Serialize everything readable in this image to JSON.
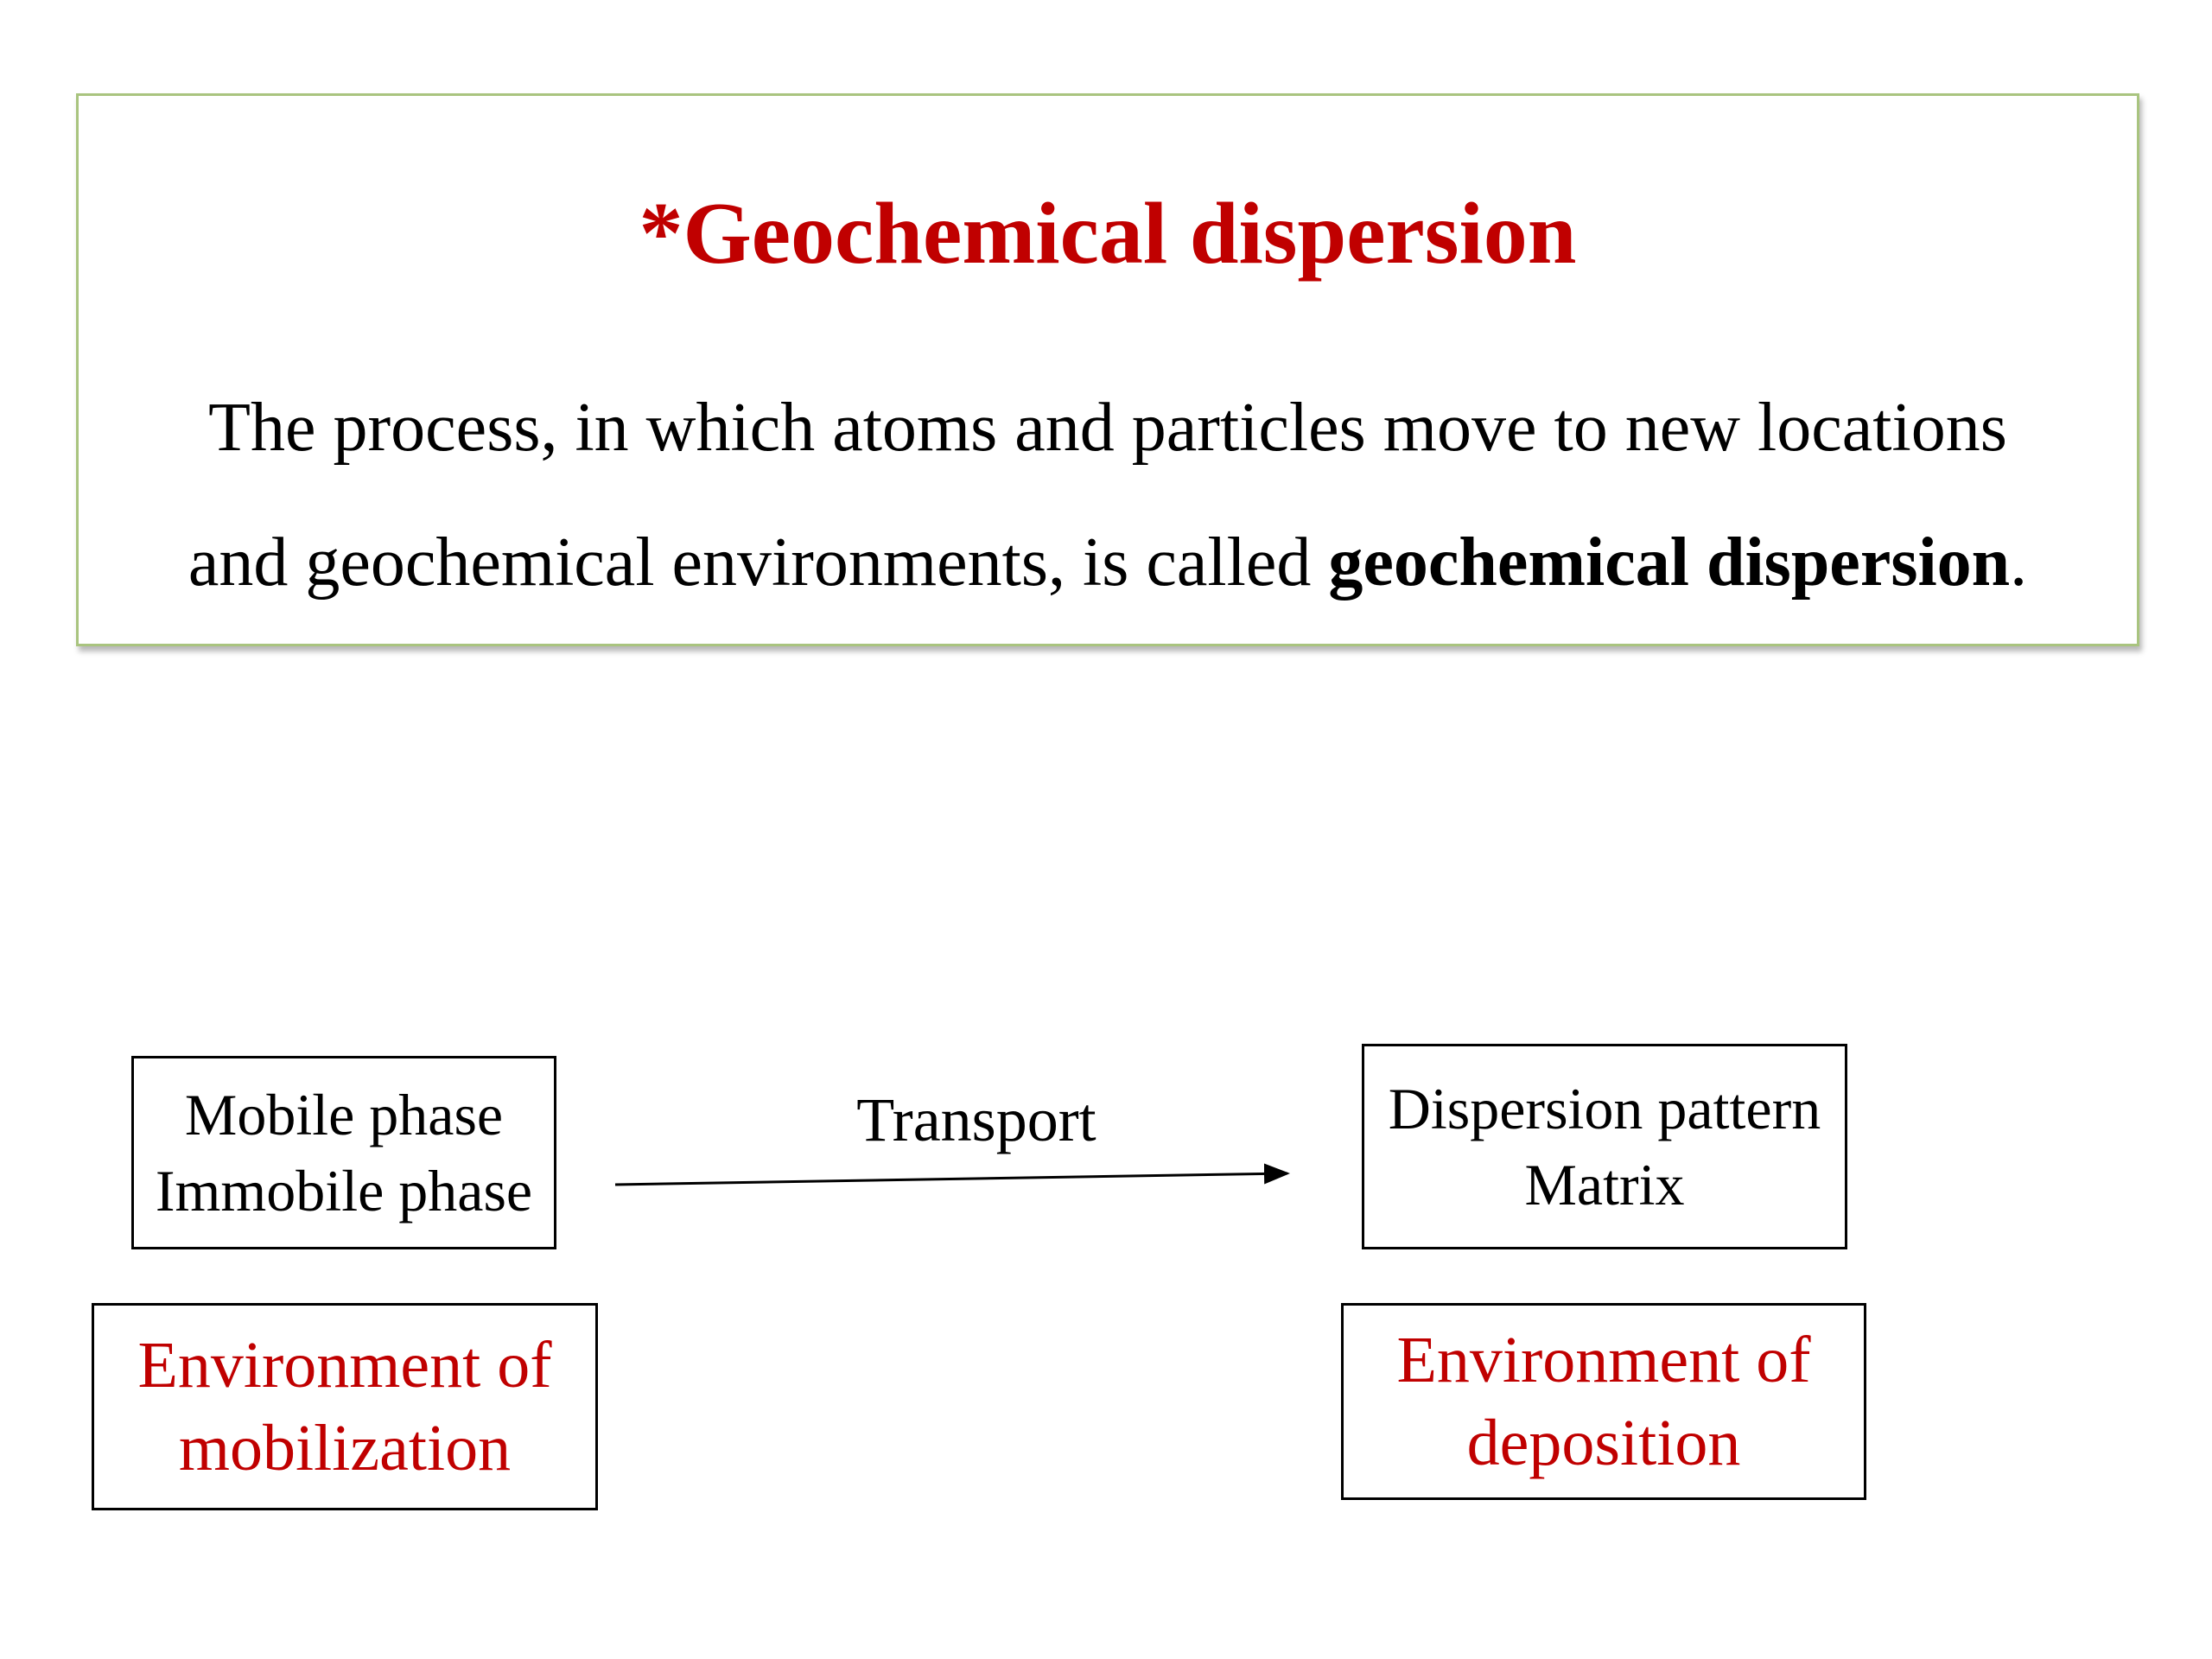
{
  "definition": {
    "title": "*Geochemical dispersion",
    "line1": "The process, in which atoms and particles move to new locations",
    "line2_prefix": "and geochemical environments, is called ",
    "line2_bold": "geochemical dispersion",
    "line2_suffix": "."
  },
  "diagram": {
    "source_box": {
      "lines": [
        "Mobile phase",
        "Immobile phase"
      ]
    },
    "target_box": {
      "lines": [
        "Dispersion pattern",
        "Matrix"
      ]
    },
    "arrow_label": "Transport",
    "source_environment": {
      "lines": [
        "Environment of",
        "mobilization"
      ]
    },
    "target_environment": {
      "lines": [
        "Environment of",
        "deposition"
      ]
    }
  },
  "colors": {
    "title": "#c00000",
    "environment_text": "#c00000",
    "definition_border": "#a9c47f",
    "box_border": "#000000",
    "text": "#000000"
  }
}
